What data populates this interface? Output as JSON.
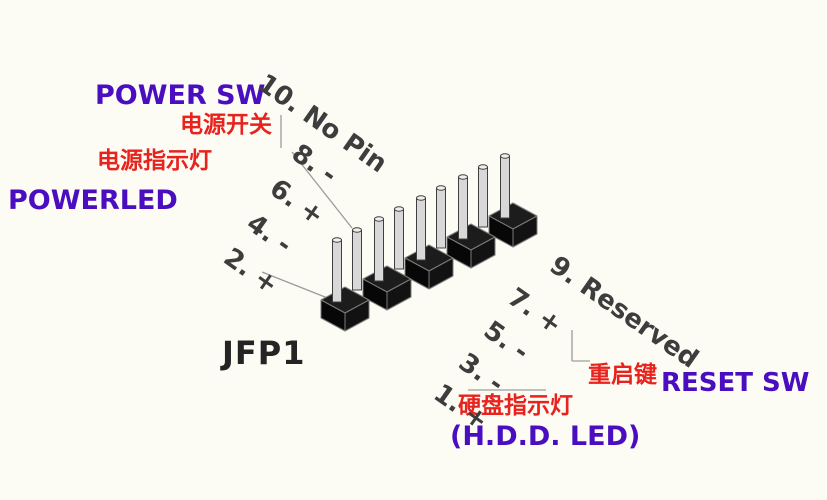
{
  "colors": {
    "purple": "#4a0dbf",
    "red": "#e8221d",
    "dark_text": "#3d3d3d",
    "background": "#fcfcf4",
    "block": "#1c1c1c",
    "pin_metal": "#d8d8d8"
  },
  "annotations": {
    "power_sw_en": "POWER SW",
    "power_sw_cn": "电源开关",
    "power_led_cn": "电源指示灯",
    "power_led_en": "POWERLED",
    "connector_name": "JFP1",
    "reset_sw_cn": "重启键",
    "reset_sw_en": "RESET SW",
    "hdd_led_cn": "硬盘指示灯",
    "hdd_led_en": "(H.D.D. LED)"
  },
  "pin_labels": {
    "top_row": [
      "10. No Pin",
      "8. -",
      "6. +",
      "4. -",
      "2. +"
    ],
    "bottom_row": [
      "9. Reserved",
      "7. +",
      "5. -",
      "3. -",
      "1. +"
    ]
  }
}
